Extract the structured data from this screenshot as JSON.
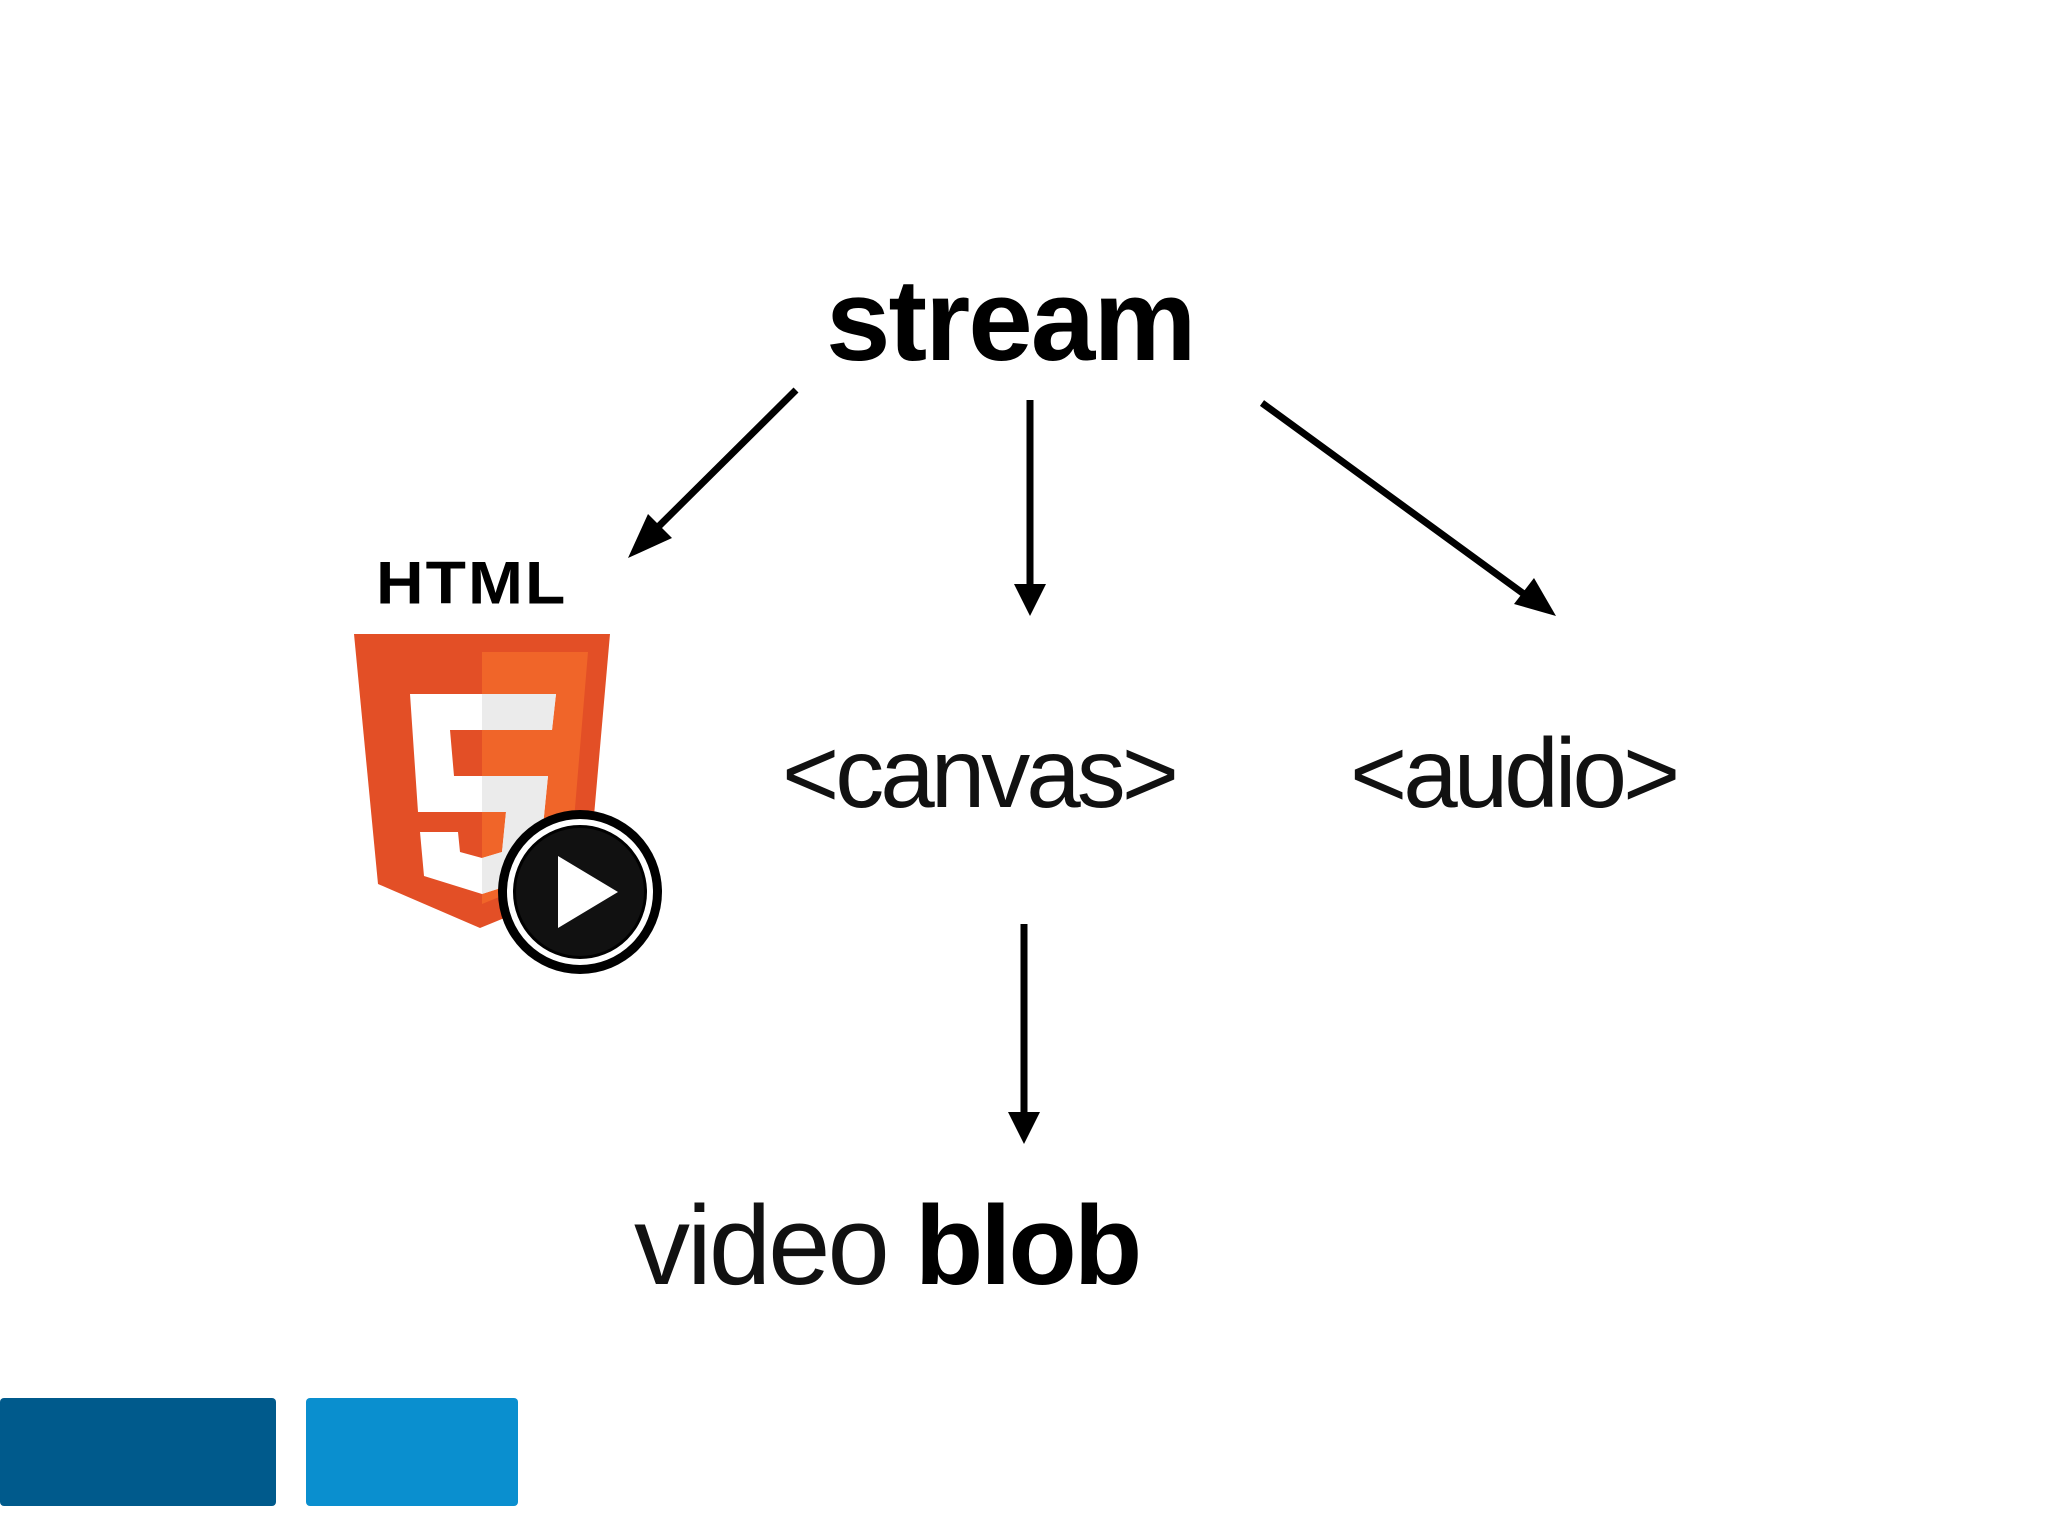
{
  "slide": {
    "title": "stream",
    "html_logo_text": "HTML",
    "canvas_label": "<canvas>",
    "audio_label": "<audio>",
    "video_blob": {
      "light": "video",
      "bold": "blob"
    }
  },
  "colors": {
    "html5_orange": "#e34f26",
    "html5_orange_light": "#f06529",
    "footer_dark_blue": "#005a8c",
    "footer_light_blue": "#0a8fcf"
  },
  "icons": [
    "html5-logo-icon",
    "play-icon",
    "arrow-icon"
  ]
}
